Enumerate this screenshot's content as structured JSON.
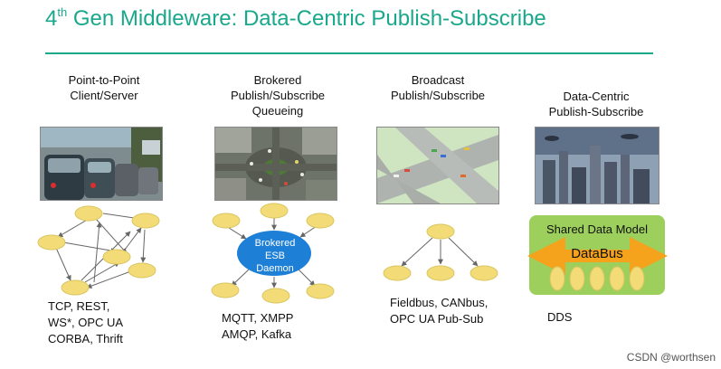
{
  "title": {
    "prefix": "4",
    "sup": "th",
    "rest": " Gen Middleware: Data-Centric Publish-Subscribe"
  },
  "columns": [
    {
      "heading": [
        "Point-to-Point",
        "Client/Server"
      ],
      "protocols": [
        "TCP, REST,",
        "WS*, OPC UA",
        "CORBA, Thrift"
      ],
      "photo": "traffic-cars-photo"
    },
    {
      "heading": [
        "Brokered",
        "Publish/Subscribe",
        "Queueing"
      ],
      "broker_label": [
        "Brokered",
        "ESB",
        "Daemon"
      ],
      "protocols": [
        "MQTT, XMPP",
        "AMQP, Kafka"
      ],
      "photo": "roundabout-photo"
    },
    {
      "heading": [
        "Broadcast",
        "Publish/Subscribe"
      ],
      "protocols": [
        "Fieldbus, CANbus,",
        "OPC UA Pub-Sub"
      ],
      "photo": "highway-interchange-photo"
    },
    {
      "heading": [
        "Data-Centric",
        "Publish-Subscribe"
      ],
      "shared_model_label": "Shared Data Model",
      "databus_label": "DataBus",
      "protocols": [
        "DDS"
      ],
      "photo": "futuristic-city-photo"
    }
  ],
  "colors": {
    "accent": "#1aa88c",
    "node": "#f3dc77",
    "broker": "#1e7fd6",
    "shared_model": "#9ccf5b",
    "databus_arrow": "#f5a21c"
  },
  "watermark": "CSDN @worthsen"
}
